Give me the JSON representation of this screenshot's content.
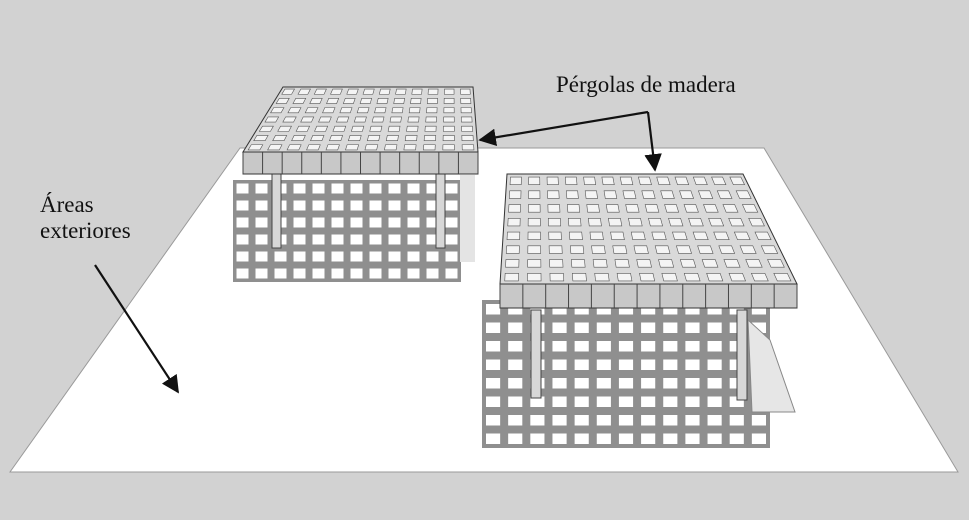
{
  "labels": {
    "pergolas": "Pérgolas de madera",
    "areas_line1": "Áreas",
    "areas_line2": "exteriores"
  },
  "colors": {
    "background": "#d2d2d2",
    "ground_plane": "#ffffff",
    "shadow": "#8c8c8c",
    "wood": "#cfcfcf",
    "outline": "#333333",
    "arrow": "#111111"
  }
}
